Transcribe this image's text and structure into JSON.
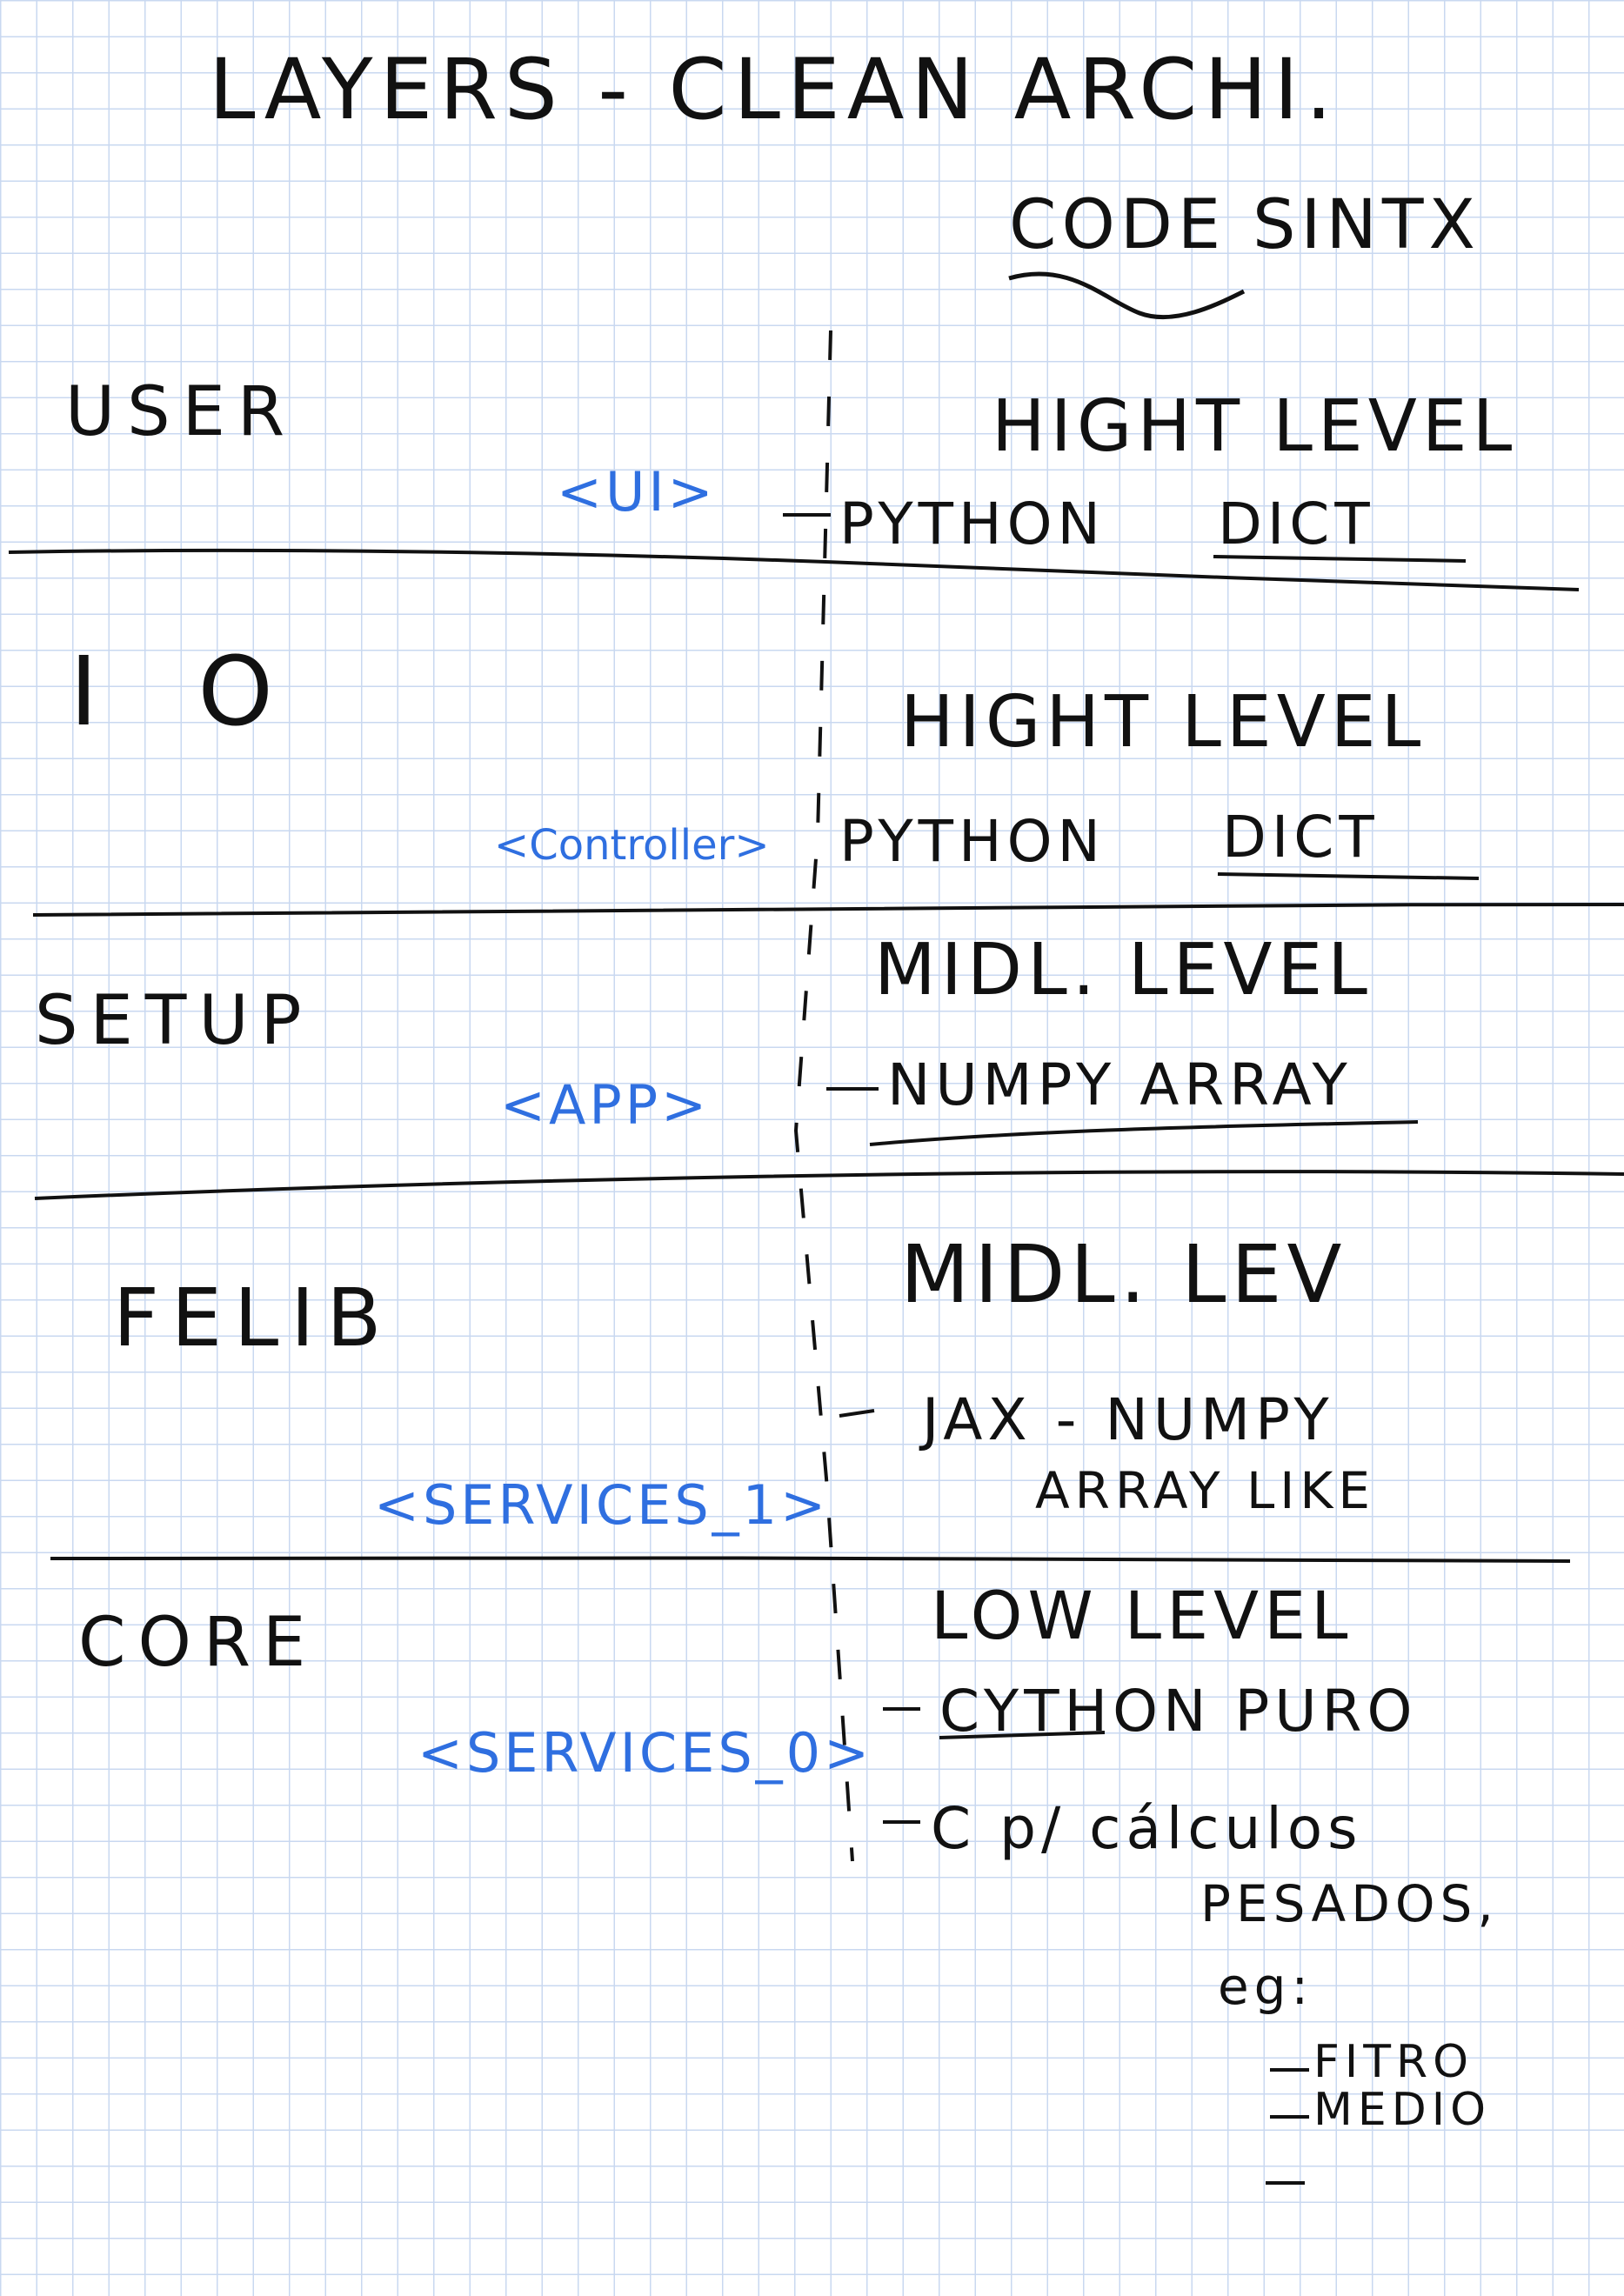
{
  "title": "LAYERS - CLEAN ARCHI.",
  "subtitle": "CODE SINTX",
  "layers": [
    {
      "name": "USER",
      "tag": "<UI>",
      "level": "HIGHT LEVEL",
      "type_prefix": "PYTHON",
      "type_word": "DICT"
    },
    {
      "name": "I O",
      "tag": "<Controller>",
      "level": "HIGHT LEVEL",
      "type_prefix": "PYTHON",
      "type_word": "DICT"
    },
    {
      "name": "SETUP",
      "tag": "<APP>",
      "level": "MIDL. LEVEL",
      "type_prefix": "",
      "type_word": "NUMPY ARRAY"
    },
    {
      "name": "FELIB",
      "tag": "<SERVICES_1>",
      "level": "MIDL. LEV",
      "type_line1": "JAX - NUMPY",
      "type_line2": "ARRAY LIKE"
    },
    {
      "name": "CORE",
      "tag": "<SERVICES_0>",
      "level": "LOW LEVEL",
      "type_line1": "CYTHON PURO",
      "type_line2": "C p/ cálculos",
      "type_line3": "PESADOS,",
      "type_line4": "eg:",
      "examples": [
        "FITRO",
        "MEDIO",
        ""
      ]
    }
  ]
}
